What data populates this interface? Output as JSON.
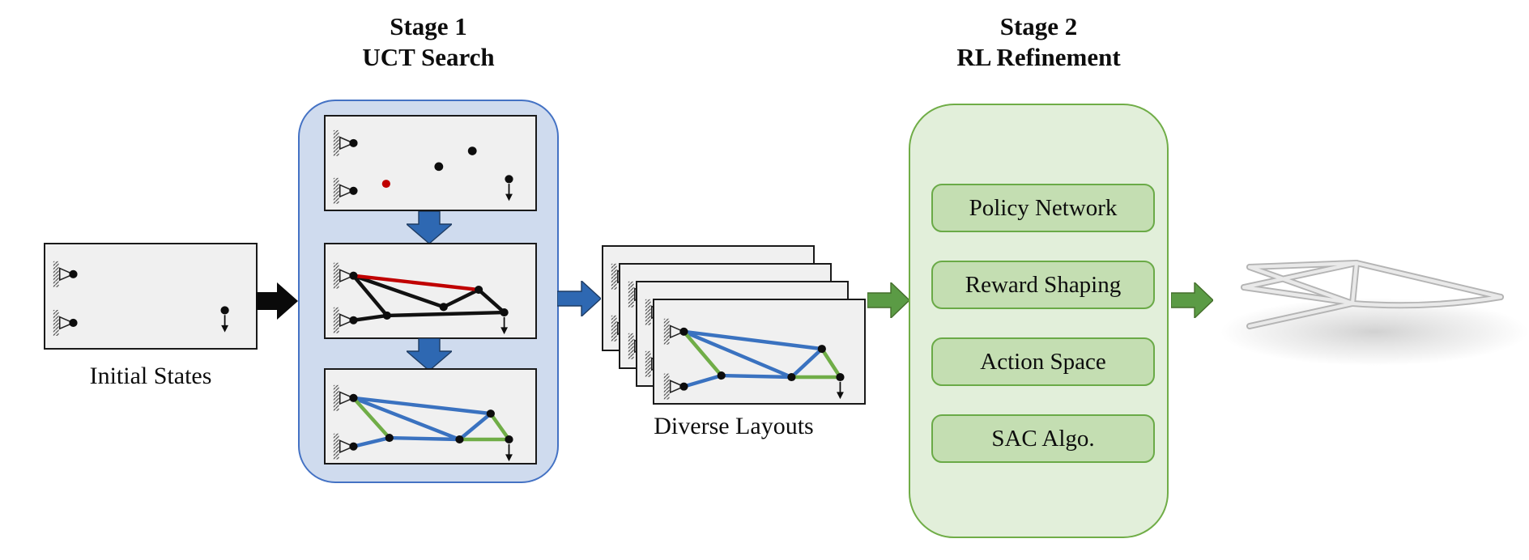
{
  "figure": {
    "initial_states_label": "Initial States",
    "diverse_layouts_label": "Diverse Layouts",
    "stage1": {
      "title": "Stage 1",
      "subtitle": "UCT Search"
    },
    "stage2": {
      "title": "Stage 2",
      "subtitle": "RL Refinement",
      "modules": [
        {
          "label": "Policy Network"
        },
        {
          "label": "Reward Shaping"
        },
        {
          "label": "Action Space"
        },
        {
          "label": "SAC Algo."
        }
      ]
    },
    "colors": {
      "stage1_fill": "#cfdbee",
      "stage1_border": "#4472c4",
      "blue_arrow": "#2e68b2",
      "stage2_fill": "#e2efda",
      "stage2_border": "#70ad47",
      "module_fill": "#c4deb2",
      "green_arrow": "#5b9b45",
      "panel_fill": "#f0f0f0",
      "member_black": "#111111",
      "member_red": "#c00000",
      "member_blue": "#3a72c0",
      "member_green": "#70ad47"
    }
  }
}
